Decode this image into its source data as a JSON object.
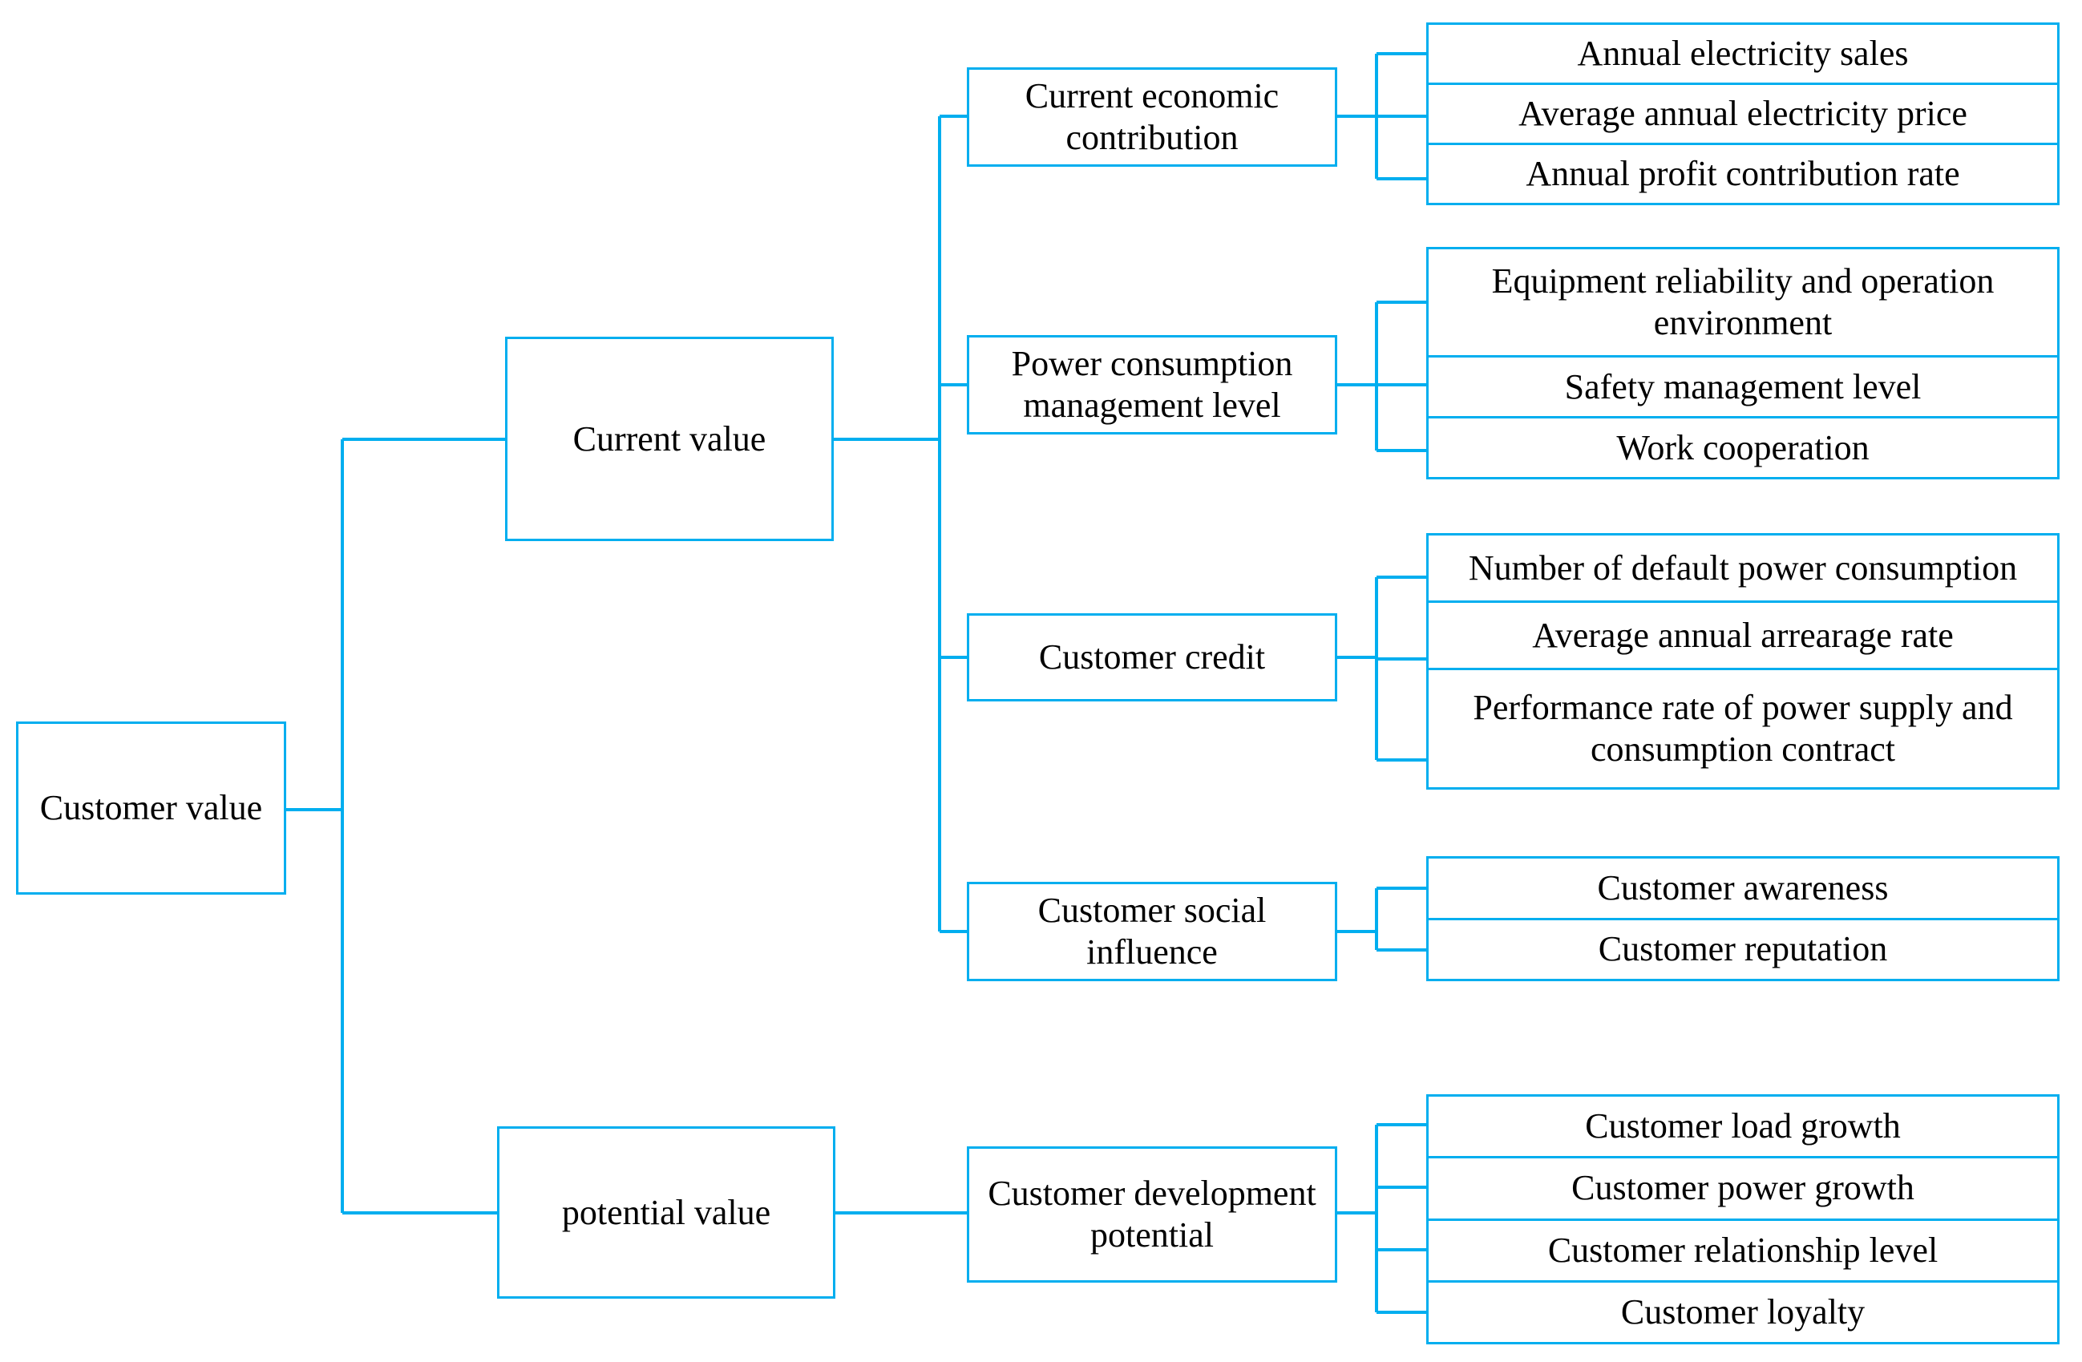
{
  "diagram": {
    "type": "tree-hierarchy",
    "orientation": "left-to-right",
    "line_color": "#00AEEF",
    "background_color": "#FFFFFF",
    "text_color": "#000000",
    "root": {
      "label": "Customer value"
    },
    "branches": [
      {
        "label": "Current value",
        "children": [
          {
            "label": "Current economic contribution",
            "leaves": [
              "Annual electricity sales",
              "Average annual electricity price",
              "Annual profit contribution rate"
            ]
          },
          {
            "label": "Power consumption management level",
            "leaves": [
              "Equipment reliability and operation environment",
              "Safety management level",
              "Work cooperation"
            ]
          },
          {
            "label": "Customer credit",
            "leaves": [
              "Number of default power consumption",
              "Average annual arrearage rate",
              "Performance rate of power supply and consumption contract"
            ]
          },
          {
            "label": "Customer social influence",
            "leaves": [
              "Customer awareness",
              "Customer reputation"
            ]
          }
        ]
      },
      {
        "label": "potential value",
        "children": [
          {
            "label": "Customer development potential",
            "leaves": [
              "Customer load growth",
              "Customer power growth",
              "Customer relationship level",
              "Customer loyalty"
            ]
          }
        ]
      }
    ]
  }
}
